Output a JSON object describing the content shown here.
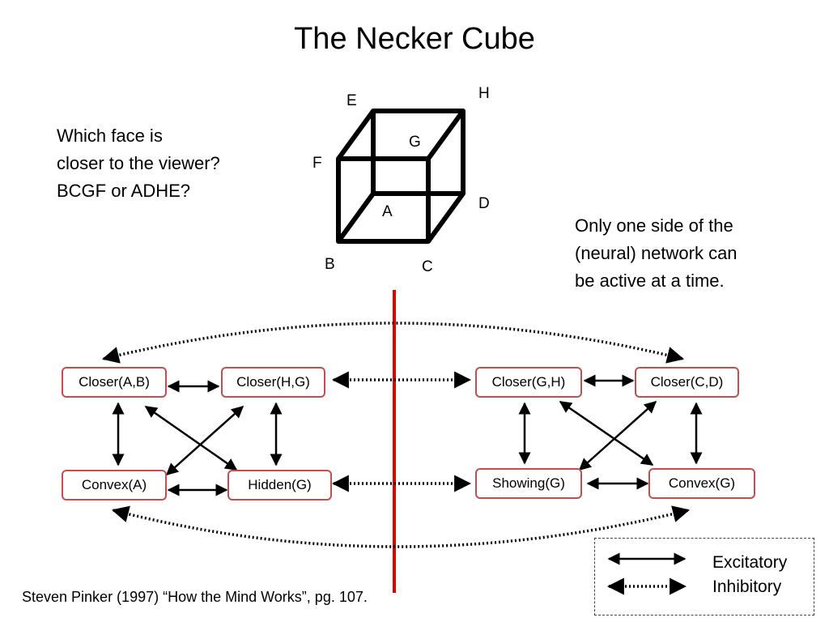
{
  "title": "The Necker Cube",
  "question": [
    "Which face is",
    "closer to the viewer?",
    "BCGF or ADHE?"
  ],
  "note": [
    "Only one side of the",
    "(neural) network can",
    "be active at a time."
  ],
  "citation": "Steven Pinker (1997) “How the Mind Works”, pg. 107.",
  "cube_labels": [
    "E",
    "H",
    "G",
    "F",
    "D",
    "A",
    "B",
    "C"
  ],
  "nodes": {
    "left": [
      "Closer(A,B)",
      "Closer(H,G)",
      "Convex(A)",
      "Hidden(G)"
    ],
    "right": [
      "Closer(G,H)",
      "Closer(C,D)",
      "Showing(G)",
      "Convex(G)"
    ]
  },
  "legend": {
    "excitatory": "Excitatory",
    "inhibitory": "Inhibitory"
  },
  "colors": {
    "divider": "#e00000",
    "node_border": "#c0504d"
  }
}
